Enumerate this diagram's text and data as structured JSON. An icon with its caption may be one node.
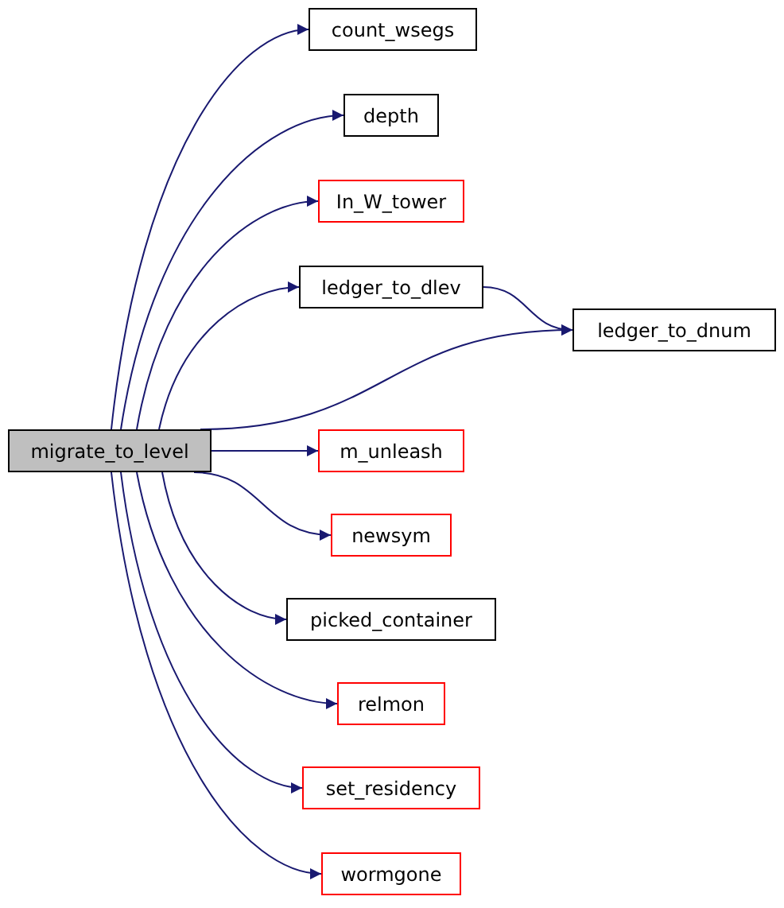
{
  "diagram": {
    "nodes": [
      {
        "text": [
          "migrate_to_level"
        ]
      },
      {
        "text": [
          "count_wsegs"
        ]
      },
      {
        "text": [
          "depth"
        ]
      },
      {
        "text": [
          "In_W_tower"
        ]
      },
      {
        "text": [
          "ledger_to_dlev"
        ]
      },
      {
        "text": [
          "ledger_to_dnum"
        ]
      },
      {
        "text": [
          "m_unleash"
        ]
      },
      {
        "text": [
          "newsym"
        ]
      },
      {
        "text": [
          "picked_container"
        ]
      },
      {
        "text": [
          "relmon"
        ]
      },
      {
        "text": [
          "set_residency"
        ]
      },
      {
        "text": [
          "wormgone"
        ]
      }
    ],
    "edges": [
      {
        "from": 0,
        "to": 1,
        "arrow": "to"
      },
      {
        "from": 0,
        "to": 2,
        "arrow": "to"
      },
      {
        "from": 0,
        "to": 3,
        "arrow": "to"
      },
      {
        "from": 0,
        "to": 4,
        "arrow": "to"
      },
      {
        "from": 4,
        "to": 5,
        "arrow": "to"
      },
      {
        "from": 0,
        "to": 5,
        "arrow": "to"
      },
      {
        "from": 0,
        "to": 6,
        "arrow": "to"
      },
      {
        "from": 0,
        "to": 7,
        "arrow": "to"
      },
      {
        "from": 0,
        "to": 8,
        "arrow": "to"
      },
      {
        "from": 0,
        "to": 9,
        "arrow": "to"
      },
      {
        "from": 0,
        "to": 10,
        "arrow": "to"
      },
      {
        "from": 0,
        "to": 11,
        "arrow": "to"
      }
    ]
  }
}
